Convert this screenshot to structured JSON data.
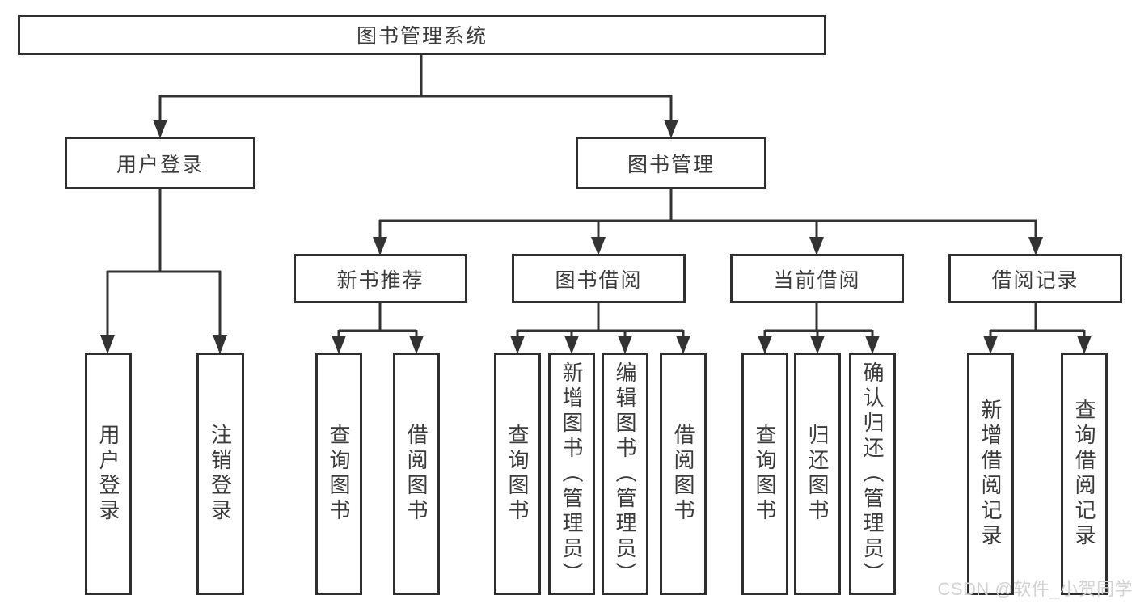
{
  "tree": {
    "root": {
      "label": "图书管理系统",
      "children": [
        {
          "label": "用户登录",
          "children": [
            {
              "label": "用户登录"
            },
            {
              "label": "注销登录"
            }
          ]
        },
        {
          "label": "图书管理",
          "children": [
            {
              "label": "新书推荐",
              "children": [
                {
                  "label": "查询图书"
                },
                {
                  "label": "借阅图书"
                }
              ]
            },
            {
              "label": "图书借阅",
              "children": [
                {
                  "label": "查询图书"
                },
                {
                  "label": "新增图书（管理员）"
                },
                {
                  "label": "编辑图书（管理员）"
                },
                {
                  "label": "借阅图书"
                }
              ]
            },
            {
              "label": "当前借阅",
              "children": [
                {
                  "label": "查询图书"
                },
                {
                  "label": "归还图书"
                },
                {
                  "label": "确认归还（管理员）"
                }
              ]
            },
            {
              "label": "借阅记录",
              "children": [
                {
                  "label": "新增借阅记录"
                },
                {
                  "label": "查询借阅记录"
                }
              ]
            }
          ]
        }
      ]
    }
  },
  "watermark": {
    "text": "CSDN @软件_小贺同学",
    "color": "#d2d2d2"
  },
  "colors": {
    "line": "#333333",
    "box_border": "#2f2f2f",
    "box_background": "#ffffff",
    "text": "#3a3a3a",
    "background": "#ffffff"
  }
}
